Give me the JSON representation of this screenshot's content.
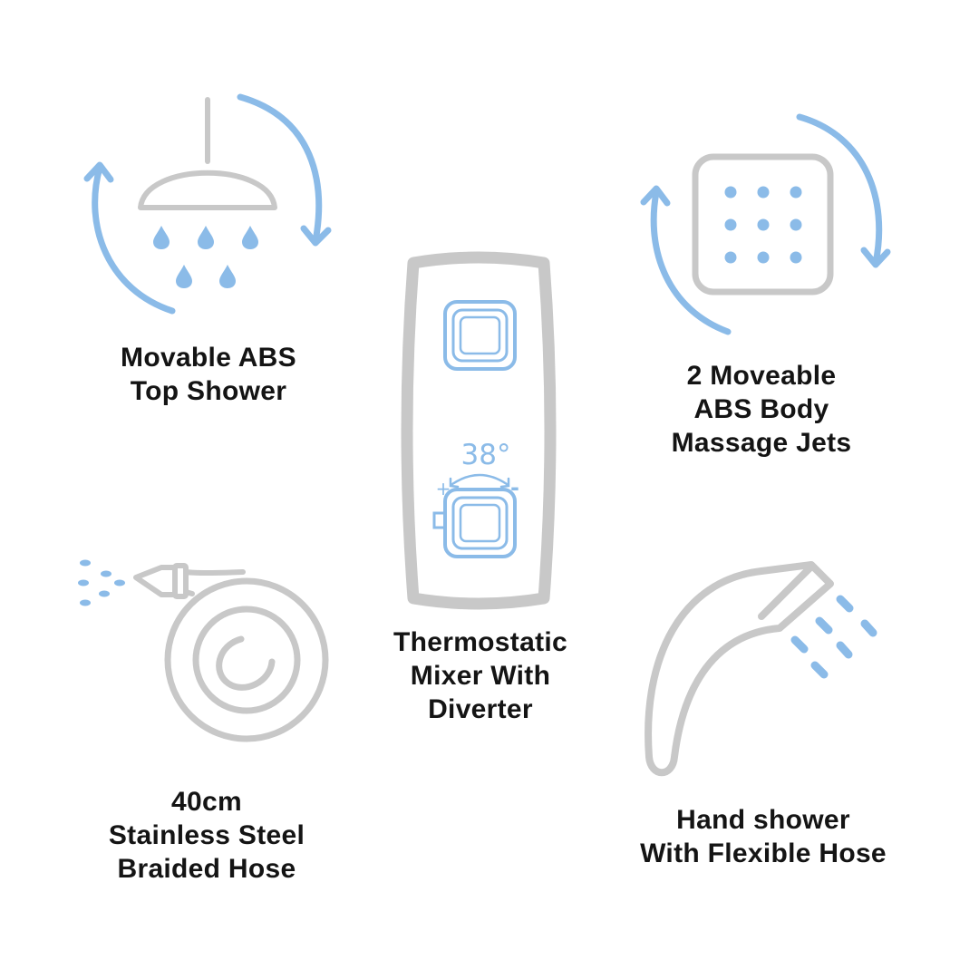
{
  "colors": {
    "grey_outline": "#c8c8c8",
    "blue_accent": "#8bbbe8",
    "text": "#141414",
    "background": "#ffffff"
  },
  "features": [
    {
      "id": "top-shower",
      "icon": "shower-head-icon",
      "lines": [
        "Movable ABS",
        "Top Shower"
      ]
    },
    {
      "id": "body-jets",
      "icon": "body-jets-icon",
      "lines": [
        "2 Moveable",
        "ABS Body",
        "Massage Jets"
      ]
    },
    {
      "id": "mixer",
      "icon": "thermostatic-mixer-icon",
      "lines": [
        "Thermostatic",
        "Mixer With",
        "Diverter"
      ]
    },
    {
      "id": "braided-hose",
      "icon": "coiled-hose-icon",
      "lines": [
        "40cm",
        "Stainless Steel",
        "Braided Hose"
      ]
    },
    {
      "id": "hand-shower",
      "icon": "hand-shower-icon",
      "lines": [
        "Hand shower",
        "With Flexible Hose"
      ]
    }
  ],
  "mixer": {
    "temperature": "38°",
    "plus_sign": "+",
    "minus_sign": "-"
  }
}
